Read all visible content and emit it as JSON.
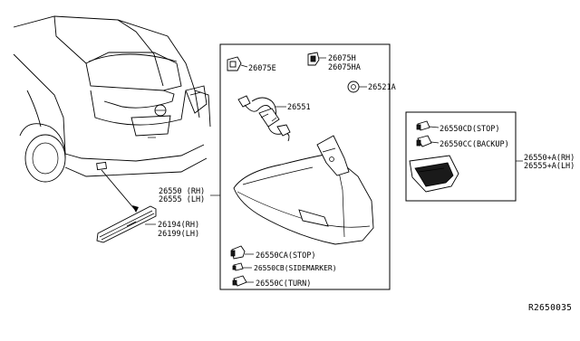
{
  "labels": {
    "p26075e": "26075E",
    "p26075h": "26075H",
    "p26075ha": "26075HA",
    "p26551": "26551",
    "p26521a": "26521A",
    "p26550rh": "26550 (RH)",
    "p26555lh": "26555 (LH)",
    "p26194rh": "26194(RH)",
    "p26199lh": "26199(LH)",
    "p26550ca": "26550CA(STOP)",
    "p26550cb": "26550CB(SIDEMARKER)",
    "p26550c": "26550C(TURN)",
    "p26550cd": "26550CD(STOP)",
    "p26550cc": "26550CC(BACKUP)",
    "p26550a": "26550+A(RH)",
    "p26555a": "26555+A(LH)"
  },
  "diagram_ref": "R2650035"
}
